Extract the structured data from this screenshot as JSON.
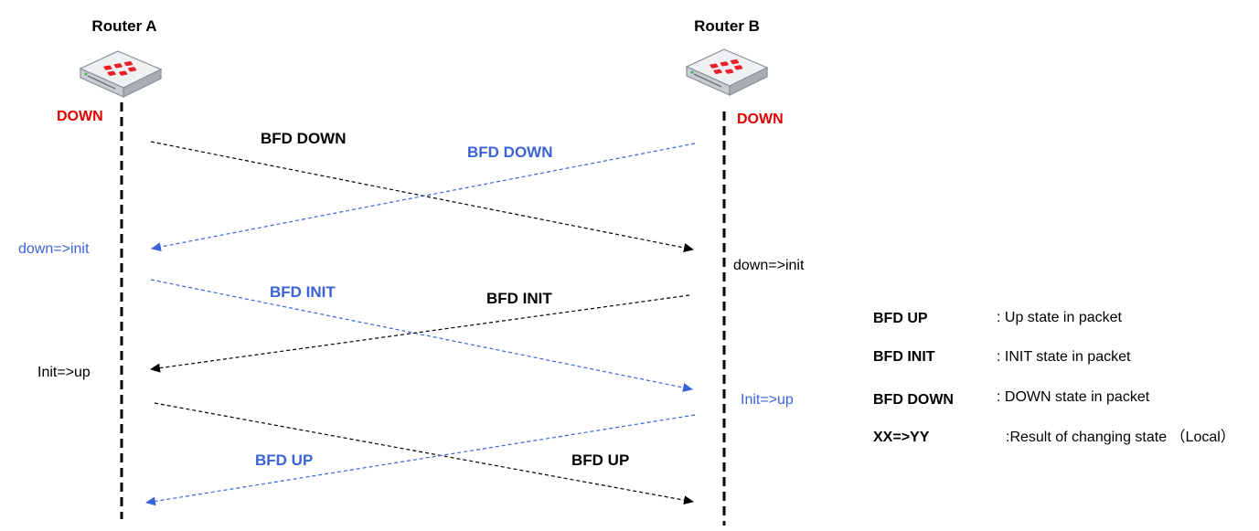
{
  "colors": {
    "black": "#000000",
    "blue": "#3c62d8",
    "red": "#e00000",
    "router_body": "#eef0f2",
    "router_logo": "#e8202a"
  },
  "routers": {
    "a": {
      "name": "Router A",
      "initial_state": "DOWN",
      "icon": "router-icon"
    },
    "b": {
      "name": "Router B",
      "initial_state": "DOWN",
      "icon": "router-icon"
    }
  },
  "messages": {
    "a_to_b_down": "BFD DOWN",
    "b_to_a_down": "BFD DOWN",
    "a_to_b_init": "BFD INIT",
    "b_to_a_init": "BFD INIT",
    "a_to_b_up": "BFD UP",
    "b_to_a_up": "BFD UP"
  },
  "transitions": {
    "a_down_init": "down=>init",
    "b_down_init": "down=>init",
    "a_init_up": "Init=>up",
    "b_init_up": "Init=>up"
  },
  "legend": [
    {
      "term": "BFD UP",
      "desc": ": Up state in packet"
    },
    {
      "term": "BFD INIT",
      "desc": ": INIT state in packet"
    },
    {
      "term": "BFD DOWN",
      "desc": ": DOWN state in packet"
    },
    {
      "term": "XX=>YY",
      "desc": ":Result of changing state （Local）"
    }
  ]
}
